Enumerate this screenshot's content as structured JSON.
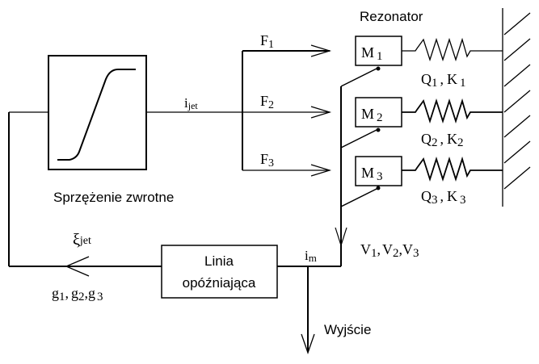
{
  "diagram": {
    "title": "Rezonator",
    "feedback_label": "Sprzężenie zwrotne",
    "signals": {
      "i_jet": {
        "base": "i",
        "sub": "jet"
      },
      "i_m": {
        "base": "i",
        "sub": "m"
      },
      "xi_jet": {
        "base": "ξ",
        "sub": "jet"
      }
    },
    "forces": [
      {
        "base": "F",
        "sub": "1"
      },
      {
        "base": "F",
        "sub": "2"
      },
      {
        "base": "F",
        "sub": "3"
      }
    ],
    "masses": [
      {
        "base": "M",
        "sub": "1"
      },
      {
        "base": "M",
        "sub": "2"
      },
      {
        "base": "M",
        "sub": "3"
      }
    ],
    "spring_labels": [
      {
        "q": "Q",
        "qsub": "1",
        "k": "K",
        "ksub": "1"
      },
      {
        "q": "Q",
        "qsub": "2",
        "k": "K",
        "ksub": "2"
      },
      {
        "q": "Q",
        "qsub": "3",
        "k": "K",
        "ksub": "3"
      }
    ],
    "velocities": {
      "v1": "V",
      "v1sub": "1",
      "v2": "V",
      "v2sub": "2",
      "v3": "V",
      "v3sub": "3"
    },
    "gains": {
      "g1": "g",
      "g1sub": "1",
      "g2": "g",
      "g2sub": "2",
      "g3": "g",
      "g3sub": "3"
    },
    "delay_line": {
      "line1": "Linia",
      "line2": "opóźniająca"
    },
    "output_label": "Wyjście",
    "separator": ","
  }
}
